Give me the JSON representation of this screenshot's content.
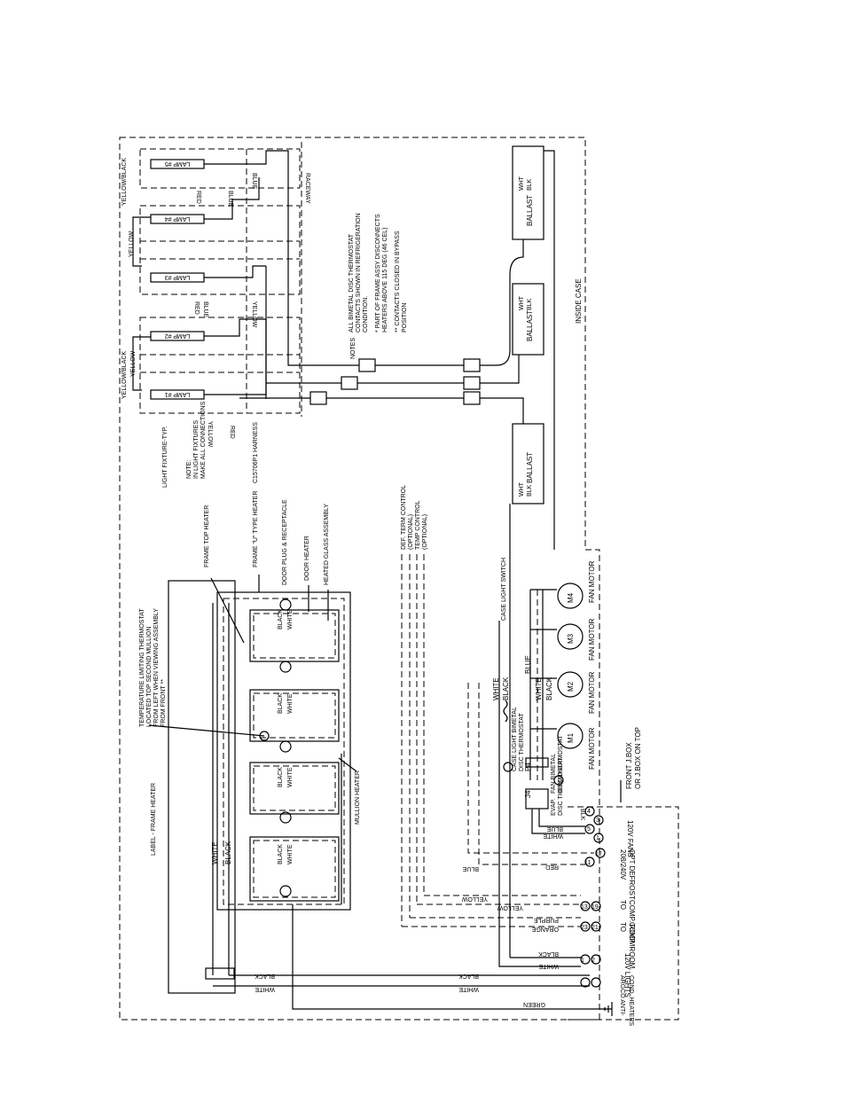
{
  "labels": {
    "lamps": [
      "LAMP #1",
      "LAMP #2",
      "LAMP #3",
      "LAMP #4",
      "LAMP #5"
    ],
    "ballast": "BALLAST",
    "wht": "WHT",
    "blk": "BLK",
    "inside_case": "INSIDE CASE",
    "light_fixture": "LIGHT FIXTURE-TYP.",
    "note_fixtures": [
      "NOTE:",
      "IN LIGHT FIXTURES",
      "MAKE ALL CONNECTIONS"
    ],
    "harness": "C15706P1 HARNESS",
    "raceway": "RACEWAY",
    "notes_title": "NOTES",
    "notes": [
      "ALL BIMETAL DISC THERMOSTAT",
      "CONTACTS SHOWN IN REFRIGERATION",
      "CONDITION.",
      "* PART OF FRAME ASSY DISCONNECTS",
      "HEATERS ABOVE 115 DEG (46 CEL)",
      "** CONTACTS CLOSED IN BYPASS",
      "POSITION"
    ],
    "frame_top_heater": "FRAME TOP HEATER",
    "frame_u_heater": "FRAME \"U\" TYPE HEATER",
    "door_plug": "DOOR PLUG & RECEPTACLE",
    "door_heater": "DOOR HEATER",
    "heated_glass": "HEATED GLASS ASSEMBLY",
    "mullion_heater": "MULLION HEATER",
    "label_frame_heater": "LABEL - FRAME HEATER",
    "temp_limit": [
      "TEMPERATURE LIMITING THERMOSTAT",
      "LOCATED TOP SECOND MULLION",
      "FROM LEFT WHEN VIEWING ASSEMBLY",
      "FROM FRONT **"
    ],
    "def_term": "DEF. TERM CONTROL",
    "optional": "(OPTIONAL)",
    "temp_control": "TEMP CONTROL",
    "case_light_switch": "CASE LIGHT SWITCH",
    "case_light_thermo": [
      "CASE LIGHT BIMETAL",
      "DISC THERMOSTAT"
    ],
    "fan_bimetal": [
      "FAN BIMETAL",
      "DISC THERMOSTAT"
    ],
    "evap": [
      "EVAP.",
      "DISC THERMOSTAT"
    ],
    "fan_motor": "FAN MOTOR",
    "motors": [
      "M1",
      "M2",
      "M3",
      "M4"
    ],
    "p4": "P4",
    "j4": "J4",
    "front_jbox": [
      "FRONT J.BOX",
      "OR J.BOX ON TOP"
    ],
    "fans_120v": "120V FANS",
    "opt_defrost": [
      "208/240V",
      "OPT DEFROST"
    ],
    "comp_room": [
      "TO",
      "COMP. ROOM"
    ],
    "lights_120v": "120V LIGHTS",
    "argco_anti": [
      "ARGCO ANTI-",
      "COND. HEATERS"
    ],
    "term_blk": "BLK",
    "wire_colors": {
      "white": "WHITE",
      "black": "BLACK",
      "green": "GREEN",
      "blue": "BLUE",
      "yellow": "YELLOW",
      "red": "RED",
      "purple": "PURPLE",
      "orange": "ORANGE",
      "yellow_black": "YELLOW/BLACK"
    },
    "terminals": [
      "1",
      "2",
      "3",
      "4",
      "5",
      "12",
      "13",
      "19",
      "21",
      "23",
      "24",
      "11"
    ]
  }
}
